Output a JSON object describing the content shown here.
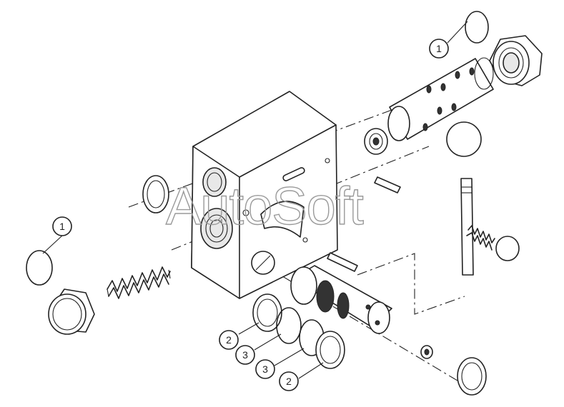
{
  "watermark": "AutoSoft",
  "callouts": [
    {
      "id": "c1",
      "label": "1"
    },
    {
      "id": "c2",
      "label": "1"
    },
    {
      "id": "c3",
      "label": "2"
    },
    {
      "id": "c4",
      "label": "3"
    },
    {
      "id": "c5",
      "label": "3"
    },
    {
      "id": "c6",
      "label": "2"
    }
  ]
}
